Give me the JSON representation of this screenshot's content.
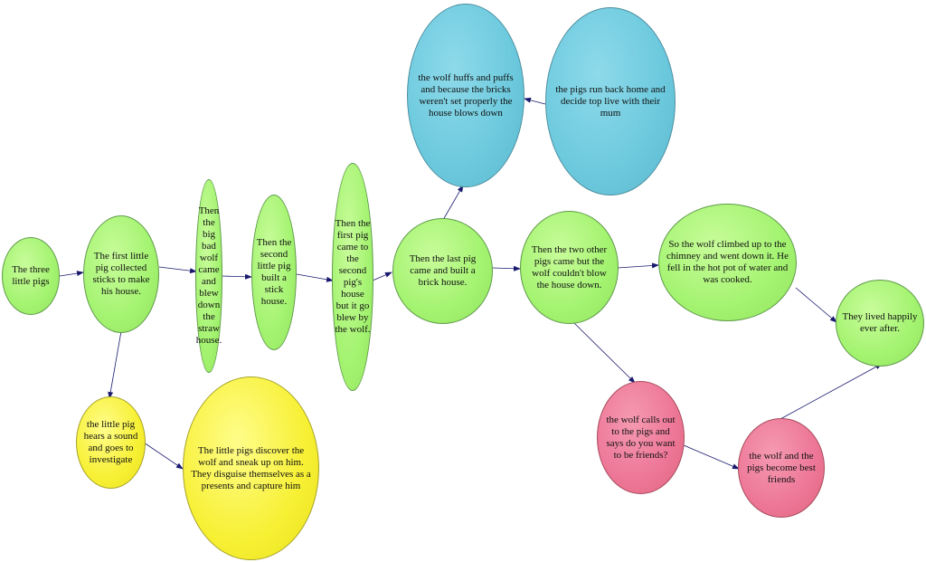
{
  "diagram": {
    "nodes": {
      "n1": "The three little pigs",
      "n2": "The first little pig collected sticks to make his house.",
      "n3": "Then the big bad wolf came and blew down the straw house.",
      "n4": "Then the second little pig built a stick house.",
      "n5": "Then the first pig came to the second pig's house but it go blew by the wolf.",
      "n6": "Then the last pig came and built a brick house.",
      "n7": "Then the two other pigs came but the wolf couldn't blow the house down.",
      "n8": "So the wolf climbed up to the chimney and went down it. He fell in the hot pot of water and was cooked.",
      "n9": "They lived happily ever after.",
      "n10": "the little pig hears a sound and goes to investigate",
      "n11": "The little pigs discover the wolf and sneak up on him. They disguise themselves as a presents and capture him",
      "n12": "the wolf huffs and puffs and because the bricks weren't set properly the house blows down",
      "n13": "the pigs run back home and decide top live with their mum",
      "n14": "the wolf calls out to the pigs and says do you want to be friends?",
      "n15": "the wolf and the pigs become best friends"
    },
    "colors": {
      "green": "#a3f370",
      "yellow": "#f7f034",
      "blue": "#6cc9dd",
      "pink": "#ed7696",
      "arrow": "#1a1a6e"
    }
  }
}
